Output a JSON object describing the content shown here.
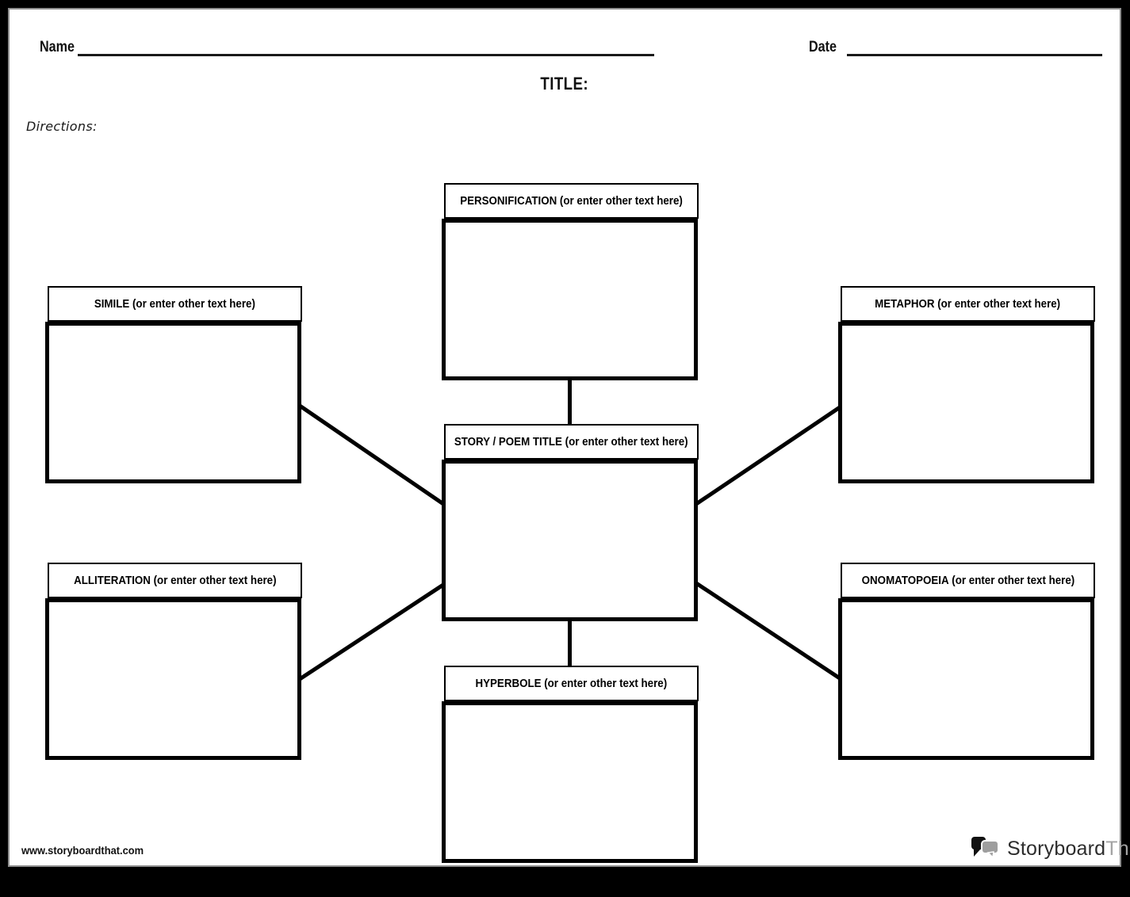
{
  "header": {
    "name_label": "Name",
    "name_value": "",
    "date_label": "Date",
    "date_value": "",
    "title_label": "TITLE:",
    "directions_label": "Directions:"
  },
  "diagram": {
    "hint": "(or enter other text here)",
    "center": {
      "id": "story-poem-title",
      "term": "STORY / POEM TITLE",
      "content": ""
    },
    "nodes": [
      {
        "id": "personification",
        "term": "PERSONIFICATION",
        "content": ""
      },
      {
        "id": "simile",
        "term": "SIMILE",
        "content": ""
      },
      {
        "id": "metaphor",
        "term": "METAPHOR",
        "content": ""
      },
      {
        "id": "alliteration",
        "term": "ALLITERATION",
        "content": ""
      },
      {
        "id": "onomatopoeia",
        "term": "ONOMATOPOEIA",
        "content": ""
      },
      {
        "id": "hyperbole",
        "term": "HYPERBOLE",
        "content": ""
      }
    ]
  },
  "footer": {
    "site_url": "www.storyboardthat.com",
    "brand_primary": "Storyboard",
    "brand_secondary": "That"
  },
  "colors": {
    "frame": "#000000",
    "paper": "#ffffff",
    "line": "#000000",
    "brand_primary_text": "#2d2d2d",
    "brand_secondary_text": "#a3a3a3",
    "brand_bubble_black": "#111111",
    "brand_bubble_gray": "#9e9e9e"
  }
}
